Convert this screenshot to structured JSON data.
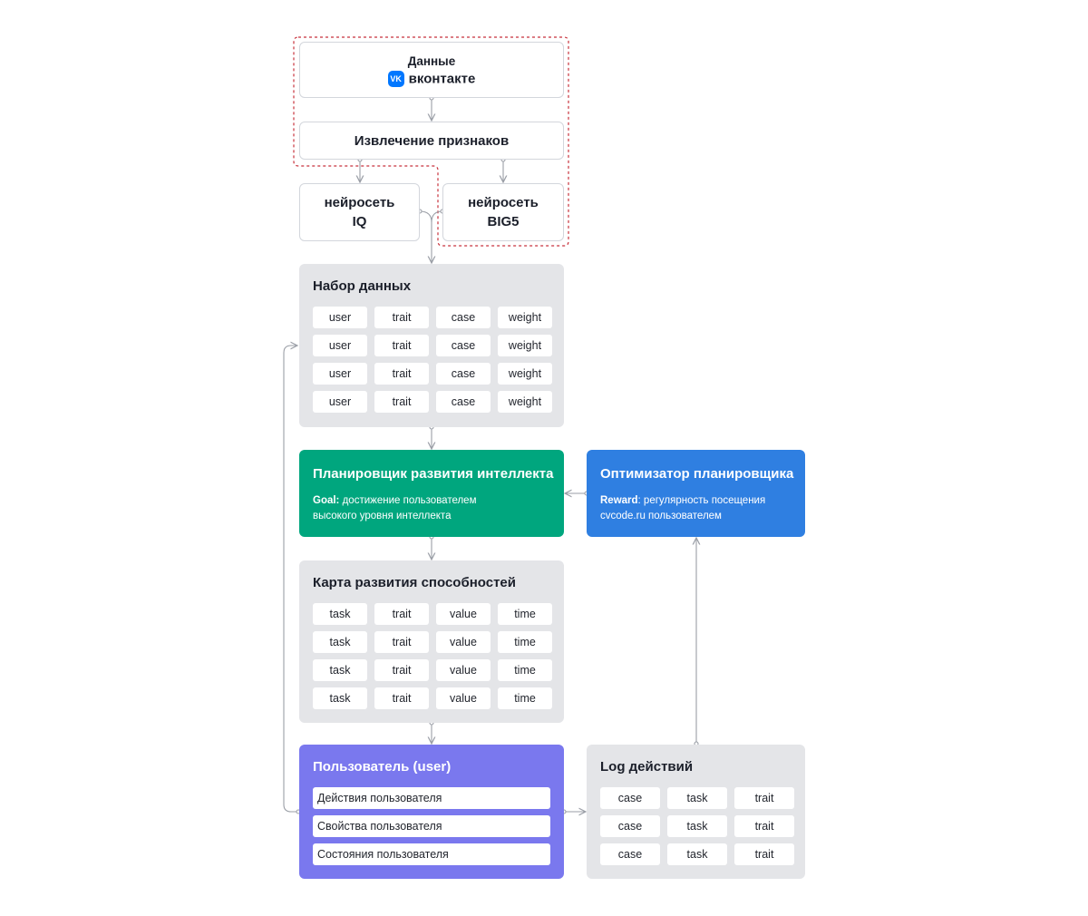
{
  "source": {
    "title": "Данные",
    "brand": "вконтакте",
    "logo_text": "VK"
  },
  "feature_extraction": "Извлечение признаков",
  "nn_iq": {
    "line1": "нейросеть",
    "line2": "IQ"
  },
  "nn_big5": {
    "line1": "нейросеть",
    "line2": "BIG5"
  },
  "dataset": {
    "title": "Набор данных",
    "rows": [
      [
        "user",
        "trait",
        "case",
        "weight"
      ],
      [
        "user",
        "trait",
        "case",
        "weight"
      ],
      [
        "user",
        "trait",
        "case",
        "weight"
      ],
      [
        "user",
        "trait",
        "case",
        "weight"
      ]
    ]
  },
  "planner": {
    "title": "Планировщик развития интеллекта",
    "label": "Goal:",
    "line1": " достижение пользователем",
    "line2": "высокого уровня интеллекта"
  },
  "optimizer": {
    "title": "Оптимизатор планировщика",
    "label": "Reward",
    "line1": ": регулярность посещения",
    "line2": "cvcode.ru пользователем"
  },
  "ability_map": {
    "title": "Карта развития способностей",
    "rows": [
      [
        "task",
        "trait",
        "value",
        "time"
      ],
      [
        "task",
        "trait",
        "value",
        "time"
      ],
      [
        "task",
        "trait",
        "value",
        "time"
      ],
      [
        "task",
        "trait",
        "value",
        "time"
      ]
    ]
  },
  "user": {
    "title": "Пользователь (user)",
    "items": [
      "Действия пользователя",
      "Свойства пользователя",
      "Состояния пользователя"
    ]
  },
  "log": {
    "title": "Log действий",
    "rows": [
      [
        "case",
        "task",
        "trait"
      ],
      [
        "case",
        "task",
        "trait"
      ],
      [
        "case",
        "task",
        "trait"
      ]
    ]
  },
  "colors": {
    "planner": "#00a67e",
    "optimizer": "#2f7fe1",
    "user": "#7a78ee",
    "panel": "#e4e5e8",
    "dashed_region": "#c8323c",
    "vk_logo": "#0077ff"
  }
}
